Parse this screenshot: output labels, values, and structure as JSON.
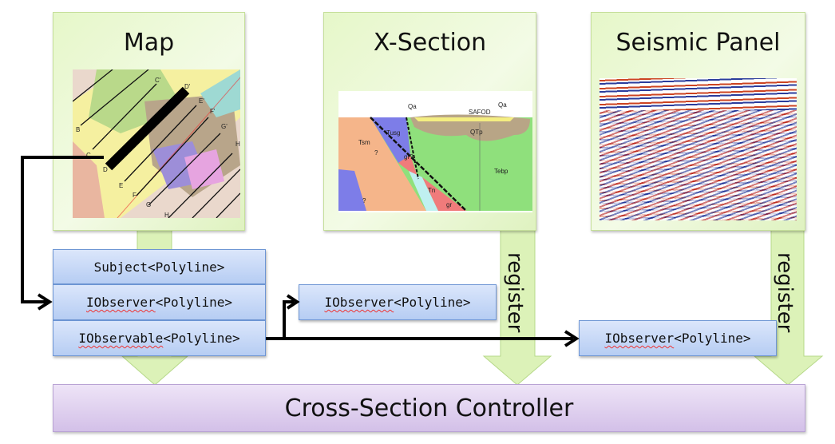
{
  "panels": {
    "map": {
      "title": "Map",
      "labels": [
        "B",
        "C",
        "C'",
        "D",
        "D'",
        "E",
        "E'",
        "F",
        "F'",
        "G",
        "G'",
        "H",
        "H'"
      ]
    },
    "xsection": {
      "title": "X-Section",
      "labels": [
        "Qa",
        "Qa",
        "SAFOD",
        "QTp",
        "Tusg",
        "Tsm",
        "gr?",
        "Tn",
        "gr",
        "Tebp",
        "?",
        "?"
      ]
    },
    "seismic": {
      "title": "Seismic Panel"
    }
  },
  "stack": {
    "subject": "Subject<Polyline>",
    "observer_prefix": "IObserver",
    "observer_suffix": "<Polyline>",
    "observable_prefix": "IObservable",
    "observable_suffix": "<Polyline>"
  },
  "observer1": {
    "prefix": "IObserver",
    "suffix": "<Polyline>"
  },
  "observer2": {
    "prefix": "IObserver",
    "suffix": "<Polyline>"
  },
  "register1": "register",
  "register2": "register",
  "controller": "Cross-Section Controller",
  "colors": {
    "panel": "#e6f7c9",
    "box": "#b6cdf3",
    "controller": "#d3c0e8",
    "arrow": "#d9f0b0"
  }
}
